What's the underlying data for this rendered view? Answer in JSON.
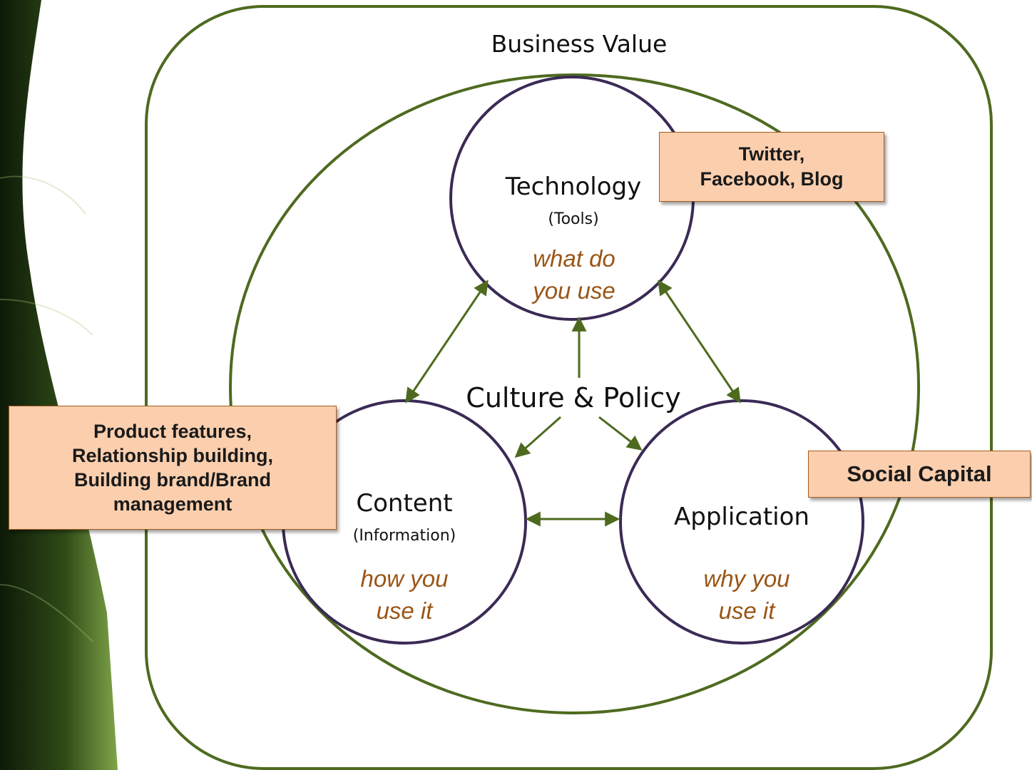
{
  "diagram": {
    "outer_label": "Business Value",
    "center_label": "Culture & Policy",
    "nodes": {
      "technology": {
        "title": "Technology",
        "subtitle": "(Tools)",
        "question_line1": "what do",
        "question_line2": "you use"
      },
      "content": {
        "title": "Content",
        "subtitle": "(Information)",
        "question_line1": "how you",
        "question_line2": "use it"
      },
      "application": {
        "title": "Application",
        "question_line1": "why you",
        "question_line2": "use it"
      }
    },
    "callouts": {
      "technology": {
        "line1": "Twitter,",
        "line2": "Facebook, Blog"
      },
      "content": {
        "line1": "Product features,",
        "line2": "Relationship building,",
        "line3": "Building brand/Brand",
        "line4": "management"
      },
      "application": {
        "line1": "Social Capital"
      }
    }
  },
  "colors": {
    "frame_green": "#4e6a1f",
    "circle_purple": "#3a2a55",
    "arrow_green": "#4e6a1f",
    "question_text": "#9a5516",
    "callout_fill": "#fbcfae",
    "callout_border": "#a8591c"
  },
  "icons": {
    "background_swoosh": "green-swoosh-decoration"
  }
}
